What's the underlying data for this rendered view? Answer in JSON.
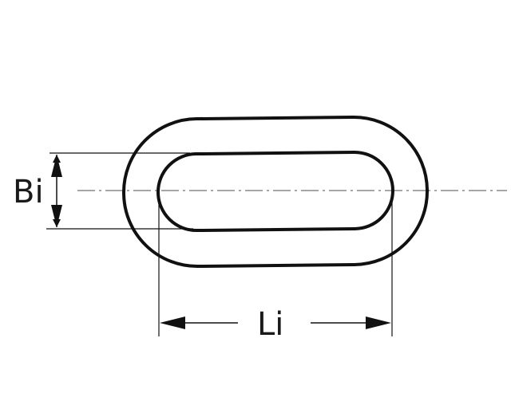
{
  "diagram": {
    "subject": "chain-link",
    "labels": {
      "inner_width": "Bi",
      "inner_length": "Li"
    },
    "colors": {
      "stroke": "#111111",
      "centerline": "#888888"
    }
  }
}
